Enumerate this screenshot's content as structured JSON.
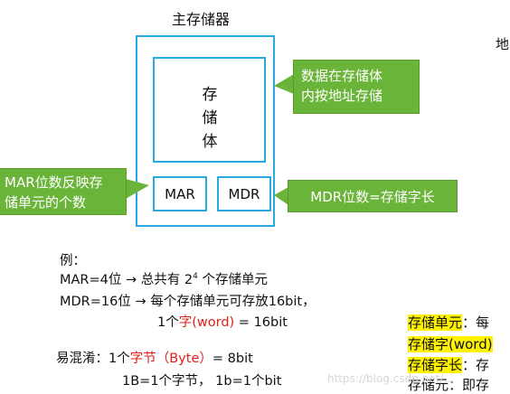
{
  "diagram": {
    "title": "主存储器",
    "edge_char": "地",
    "storage_body": [
      "存",
      "储",
      "体"
    ],
    "mar_label": "MAR",
    "mdr_label": "MDR",
    "callouts": {
      "body_line1": "数据在存储体",
      "body_line2": "内按地址存储",
      "mar_line1": "MAR位数反映存",
      "mar_line2": "储单元的个数",
      "mdr": "MDR位数=存储字长"
    },
    "colors": {
      "box_border": "#29a9e0",
      "callout_fill": "#6bb43a",
      "highlight": "#fff200",
      "emphasis_red": "#e0201b"
    }
  },
  "example": {
    "heading": "例：",
    "line1_a": "MAR=4位",
    "line1_arrow": "→",
    "line1_b": "总共有 2",
    "line1_sup": "4",
    "line1_c": " 个存储单元",
    "line2_a": "MDR=16位",
    "line2_arrow": "→",
    "line2_b": "每个存储单元可存放16bit，",
    "line3_a": "1个",
    "line3_red": "字(word)",
    "line3_b": " = 16bit",
    "confuse_label": "易混淆：",
    "confuse_a": "1个",
    "confuse_red": "字节（Byte）",
    "confuse_b": "= 8bit",
    "line5": "1B=1个字节， 1b=1个bit"
  },
  "side_notes": [
    {
      "key": "存储单元",
      "rest": "：每"
    },
    {
      "key": "存储字(word)",
      "rest": ""
    },
    {
      "key": "存储字长",
      "rest": "：存"
    },
    {
      "key": "存储元",
      "rest": "：即存"
    }
  ],
  "watermark": "https://blog.csdn.net/..."
}
